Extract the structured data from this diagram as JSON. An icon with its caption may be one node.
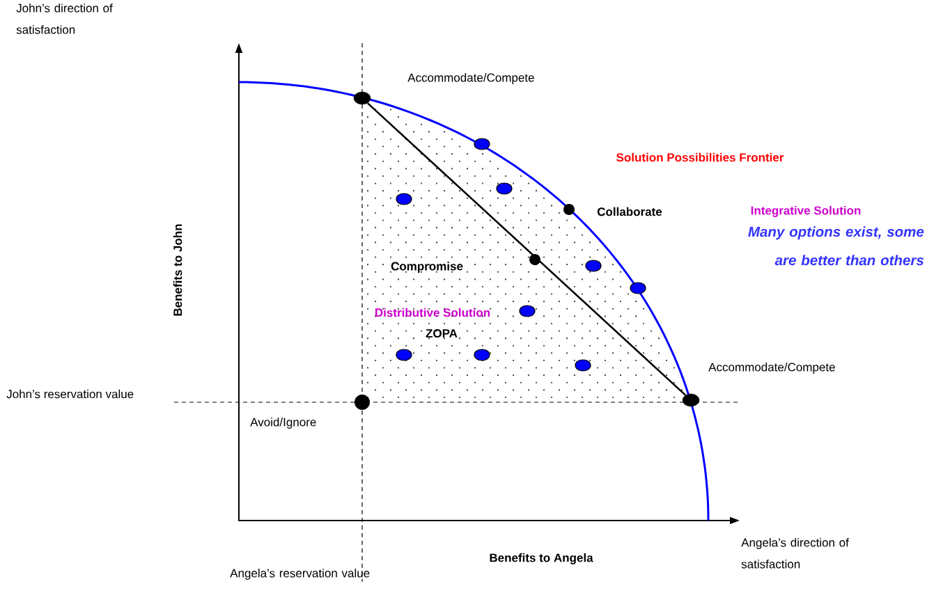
{
  "diagram": {
    "nodes": [
      {
        "text": [],
        "shape": "circle"
      },
      {
        "text": [],
        "shape": "circle"
      }
    ],
    "edges": [
      {
        "from": 0,
        "to": 1,
        "arrow": "none"
      }
    ],
    "labels": [
      "John’s direction of satisfaction",
      "Accommodate/Compete",
      "Solution Possibilities Frontier",
      "Collaborate",
      "Integrative Solution",
      "Many options exist, some are better than others",
      "Benefits to John",
      "Compromise",
      "Distributive Solution",
      "ZOPA",
      "Accommodate/Compete",
      "John’s reservation value",
      "Avoid/Ignore",
      "Benefits to Angela",
      "Angela’s direction of satisfaction",
      "Angela’s reservation value"
    ]
  }
}
